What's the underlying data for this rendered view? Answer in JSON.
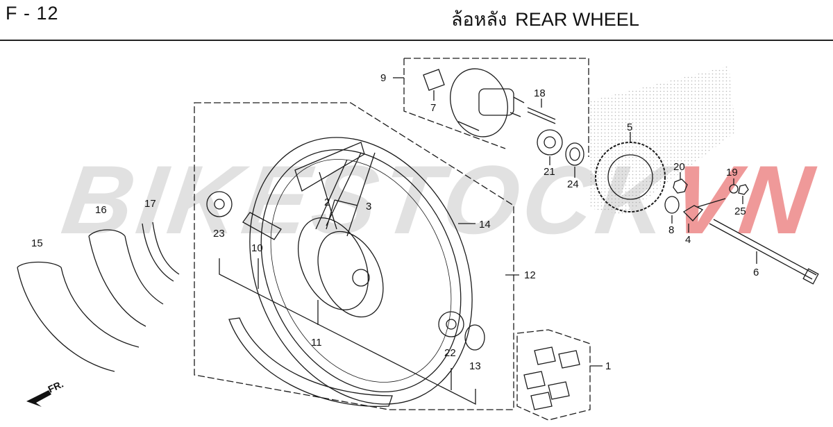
{
  "header": {
    "page_code": "F - 12",
    "title_th": "ล้อหลัง",
    "title_en": "REAR WHEEL"
  },
  "watermark": {
    "text_gray": "BIKESTOCK",
    "text_red": "VN"
  },
  "callouts": {
    "c1": "1",
    "c2": "2",
    "c3": "3",
    "c4": "4",
    "c5": "5",
    "c6": "6",
    "c7": "7",
    "c8": "8",
    "c9": "9",
    "c10": "10",
    "c11": "11",
    "c12": "12",
    "c13": "13",
    "c14": "14",
    "c15": "15",
    "c16": "16",
    "c17": "17",
    "c18": "18",
    "c19": "19",
    "c20": "20",
    "c21": "21",
    "c22": "22",
    "c23": "23",
    "c24": "24",
    "c25": "25"
  },
  "direction": {
    "label": "FR."
  },
  "colors": {
    "line": "#1a1a1a",
    "watermark_gray": "#c8c8c8",
    "watermark_red": "#e14646"
  }
}
